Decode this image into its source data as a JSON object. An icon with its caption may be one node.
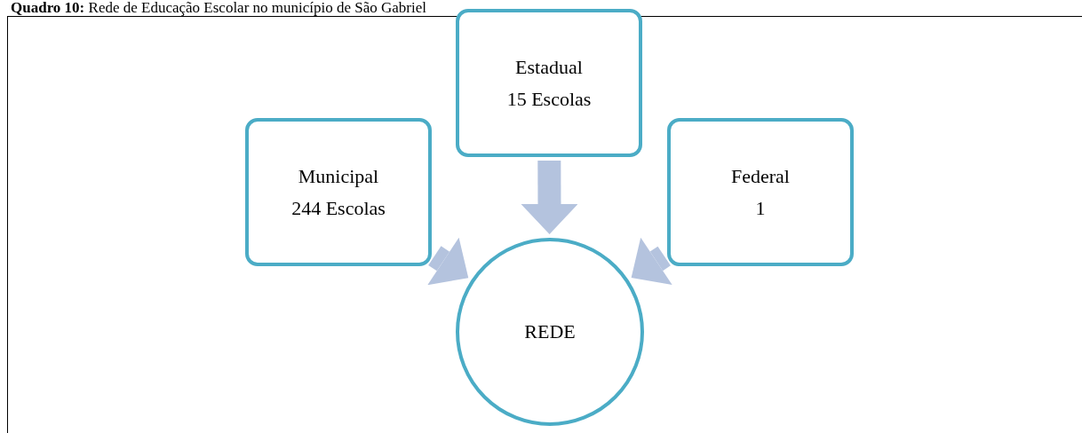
{
  "diagram": {
    "title": "**Quadro 10:** Rede de Educação Escolar no município de São Gabriel",
    "nodes": [
      {
        "text": [
          "Municipal 244 Escolas"
        ]
      },
      {
        "text": [
          "Estadual 15 Escolas"
        ]
      },
      {
        "text": [
          "Federal 1"
        ]
      },
      {
        "text": [
          "REDE"
        ]
      }
    ],
    "edges": [
      {
        "from": 0,
        "to": 3,
        "arrow": "to"
      },
      {
        "from": 1,
        "to": 3,
        "arrow": "to"
      },
      {
        "from": 2,
        "to": 3,
        "arrow": "to"
      }
    ]
  }
}
